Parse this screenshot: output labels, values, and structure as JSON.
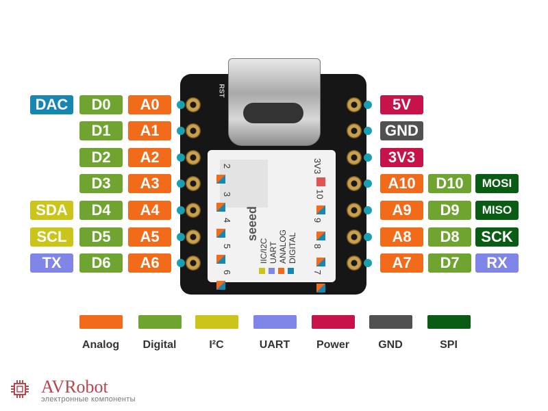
{
  "colors": {
    "analog": "#f26b1b",
    "digital": "#6fa430",
    "i2c": "#cbc41a",
    "uart": "#8085e8",
    "power": "#c8124a",
    "gnd": "#515151",
    "spi": "#0a5c15",
    "dac": "#1786b0"
  },
  "left_pins": [
    {
      "extra": "DAC",
      "extra_type": "dac",
      "digital": "D0",
      "analog": "A0"
    },
    {
      "extra": "",
      "extra_type": "",
      "digital": "D1",
      "analog": "A1"
    },
    {
      "extra": "",
      "extra_type": "",
      "digital": "D2",
      "analog": "A2"
    },
    {
      "extra": "",
      "extra_type": "",
      "digital": "D3",
      "analog": "A3"
    },
    {
      "extra": "SDA",
      "extra_type": "i2c",
      "digital": "D4",
      "analog": "A4"
    },
    {
      "extra": "SCL",
      "extra_type": "i2c",
      "digital": "D5",
      "analog": "A5"
    },
    {
      "extra": "TX",
      "extra_type": "uart",
      "digital": "D6",
      "analog": "A6"
    }
  ],
  "right_pins": [
    {
      "first": "5V",
      "first_type": "power",
      "digital": "",
      "extra": "",
      "extra_type": ""
    },
    {
      "first": "GND",
      "first_type": "gnd",
      "digital": "",
      "extra": "",
      "extra_type": ""
    },
    {
      "first": "3V3",
      "first_type": "power",
      "digital": "",
      "extra": "",
      "extra_type": ""
    },
    {
      "first": "A10",
      "first_type": "analog",
      "digital": "D10",
      "extra": "MOSI",
      "extra_type": "spi"
    },
    {
      "first": "A9",
      "first_type": "analog",
      "digital": "D9",
      "extra": "MISO",
      "extra_type": "spi"
    },
    {
      "first": "A8",
      "first_type": "analog",
      "digital": "D8",
      "extra": "SCK",
      "extra_type": "spi"
    },
    {
      "first": "A7",
      "first_type": "analog",
      "digital": "D7",
      "extra": "RX",
      "extra_type": "uart"
    }
  ],
  "board": {
    "rst_label": "RST",
    "pin_numbers_left": [
      "2",
      "3",
      "4",
      "5",
      "6"
    ],
    "pin_numbers_right": [
      "3V3",
      "10",
      "9",
      "8",
      "7"
    ],
    "brand": "seeed",
    "key_labels": [
      "IIC/I2C",
      "UART",
      "ANALOG",
      "DIGITAL"
    ]
  },
  "legend": [
    {
      "label": "Analog",
      "type": "analog"
    },
    {
      "label": "Digital",
      "type": "digital"
    },
    {
      "label": "I²C",
      "type": "i2c"
    },
    {
      "label": "UART",
      "type": "uart"
    },
    {
      "label": "Power",
      "type": "power"
    },
    {
      "label": "GND",
      "type": "gnd"
    },
    {
      "label": "SPI",
      "type": "spi"
    }
  ],
  "watermark": {
    "brand": "AVRobot",
    "subtitle": "электронные компоненты"
  }
}
